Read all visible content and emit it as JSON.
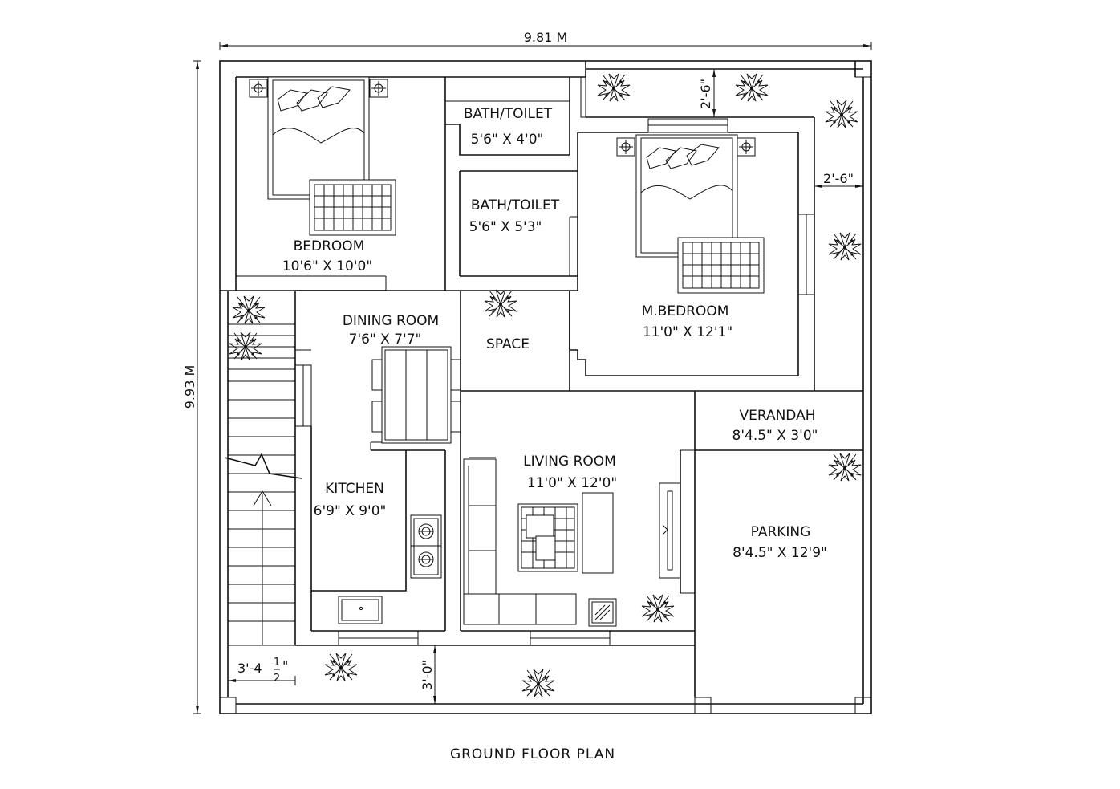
{
  "title": "GROUND FLOOR PLAN",
  "dimensions": {
    "width": "9.81 M",
    "height": "9.93 M",
    "top_setback": "2'-6\"",
    "right_setback": "2'-6\"",
    "bottom_setback": "3'-0\"",
    "stair_width_main": "3'-4",
    "stair_width_num": "1",
    "stair_width_den": "2",
    "stair_width_quote": "\""
  },
  "rooms": {
    "bedroom": {
      "name": "BEDROOM",
      "size": "10'6\" X 10'0\""
    },
    "bath1": {
      "name": "BATH/TOILET",
      "size": "5'6\" X 4'0\""
    },
    "bath2": {
      "name": "BATH/TOILET",
      "size": "5'6\" X 5'3\""
    },
    "mbedroom": {
      "name": "M.BEDROOM",
      "size": "11'0\" X 12'1\""
    },
    "dining": {
      "name": "DINING ROOM",
      "size": "7'6\" X 7'7\""
    },
    "space": {
      "name": "SPACE"
    },
    "kitchen": {
      "name": "KITCHEN",
      "size": "6'9\" X 9'0\""
    },
    "living": {
      "name": "LIVING ROOM",
      "size": "11'0\" X 12'0\""
    },
    "verandah": {
      "name": "VERANDAH",
      "size": "8'4.5\" X 3'0\""
    },
    "parking": {
      "name": "PARKING",
      "size": "8'4.5\" X 12'9\""
    }
  },
  "colors": {
    "line": "#111111",
    "background": "#ffffff"
  }
}
